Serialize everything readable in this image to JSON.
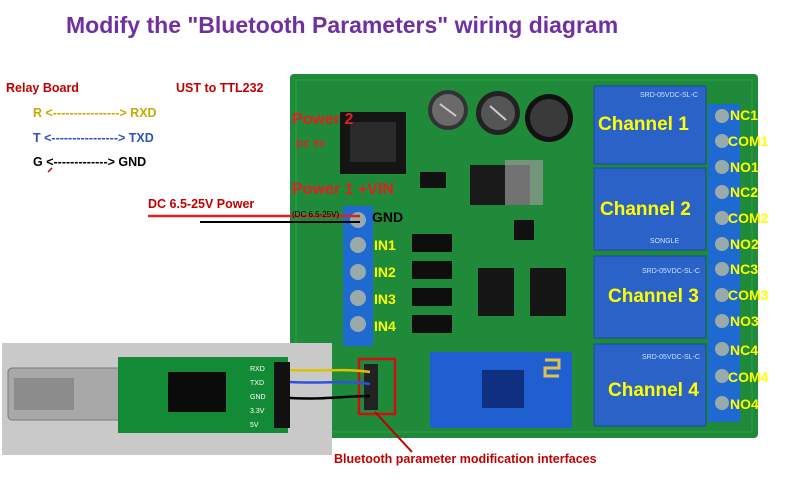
{
  "title": "Modify the \"Bluetooth Parameters\" wiring diagram",
  "legend": {
    "left_header": "Relay Board",
    "right_header": "UST to TTL232",
    "rows": [
      {
        "text": "R  <----------------> RXD",
        "color": "#c8a800"
      },
      {
        "text": "T  <----------------> TXD",
        "color": "#3050c0"
      },
      {
        "text": "G  <-------------> GND",
        "color": "#000000"
      }
    ]
  },
  "board": {
    "power2_label": "Power 2",
    "power2_sub": "DC 5V",
    "power1_label": "Power 1 +VIN",
    "power1_sub": "(DC 6.5-25V)",
    "dc_power_label": "DC 6.5-25V Power",
    "gnd_label": "GND",
    "inputs": [
      "IN1",
      "IN2",
      "IN3",
      "IN4"
    ],
    "channels": [
      "Channel 1",
      "Channel 2",
      "Channel 3",
      "Channel 4"
    ],
    "terminals": [
      "NC1",
      "COM1",
      "NO1",
      "NC2",
      "COM2",
      "NO2",
      "NC3",
      "COM3",
      "NO3",
      "NC4",
      "COM4",
      "NO4"
    ],
    "relay_text": "SRD-05VDC-SL-C",
    "relay_brand": "SONGLE"
  },
  "usb_adapter": {
    "pins": [
      "RXD",
      "TXD",
      "GND",
      "3.3V",
      "5V"
    ]
  },
  "bt_interface_label": "Bluetooth parameter modification interfaces",
  "colors": {
    "title": "#7030a0",
    "annotation_red": "#c00000",
    "label_yellow": "#ffff00",
    "pcb_green": "#1f8a3a",
    "relay_blue": "#2a62c8"
  }
}
